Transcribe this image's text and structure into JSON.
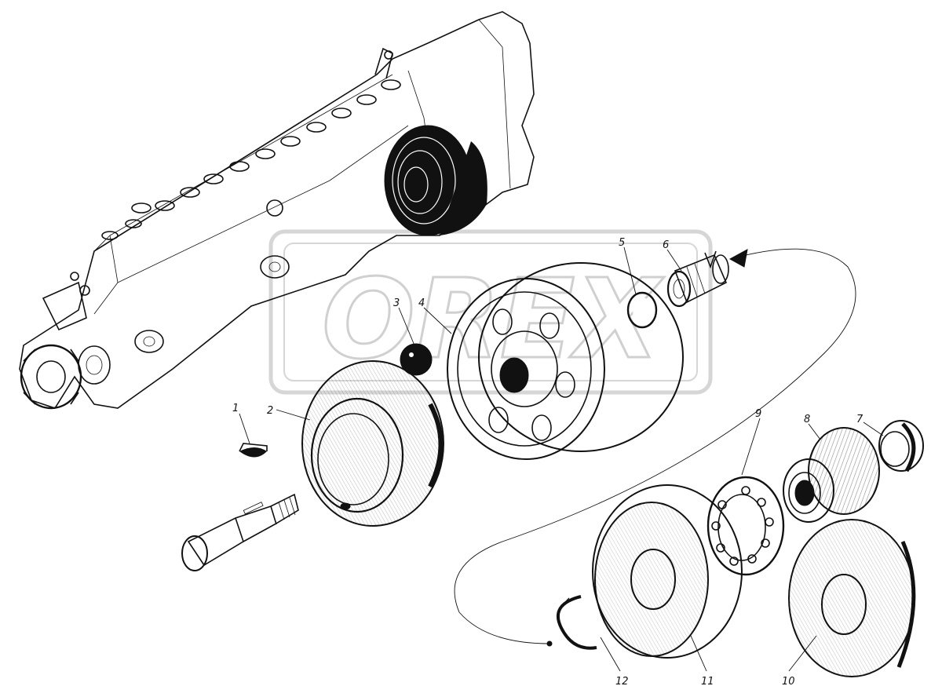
{
  "watermark": {
    "text": "OREX"
  },
  "labels": [
    "1",
    "2",
    "3",
    "4",
    "5",
    "6",
    "7",
    "8",
    "9",
    "10",
    "11",
    "12"
  ],
  "colors": {
    "ink": "#111111",
    "paper": "#ffffff",
    "watermark": "#d0d0d0"
  }
}
